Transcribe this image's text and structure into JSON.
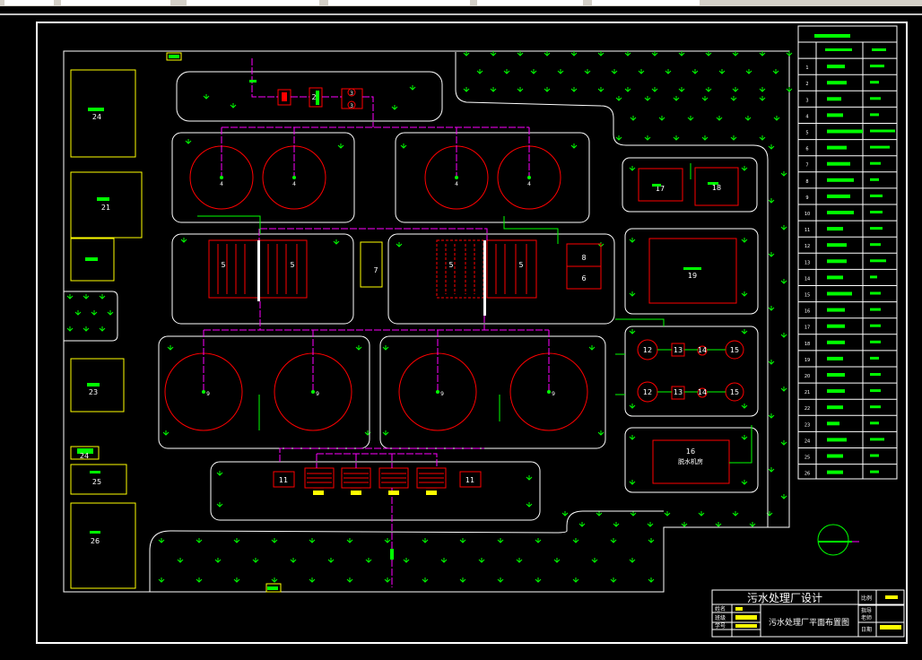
{
  "colors": {
    "background": "#000000",
    "chrome": "#d4d0c8",
    "frame": "#ffffff",
    "building": "#ffff00",
    "road": "#ffffff",
    "equipment": "#ff0000",
    "pipe_main": "#ff00ff",
    "pipe_sludge": "#00ff00",
    "grass": "#00ff00",
    "label_fill": "#00ff00",
    "label_text": "#ffffff"
  },
  "labels": {
    "b17": "17",
    "b18": "18",
    "b19": "19",
    "b16": "16",
    "b16_name": "脱水机房",
    "b21": "21",
    "b23": "23",
    "b24": "24",
    "b25": "25",
    "b26": "26",
    "u5a": "5",
    "u5b": "5",
    "u5c": "5",
    "u5d": "5",
    "u7": "7",
    "u8": "8",
    "u6": "6",
    "e12a": "12",
    "e13a": "13",
    "e14a": "14",
    "e15a": "15",
    "e12b": "12",
    "e13b": "13",
    "e14b": "14",
    "e15b": "15",
    "e11a": "11",
    "e11b": "11",
    "s2": "2",
    "s3a": "3",
    "s3b": "3",
    "c4a": "4",
    "c4b": "4",
    "c4c": "4",
    "c4d": "4",
    "c9a": "9",
    "c9b": "9",
    "c9c": "9",
    "c9d": "9"
  },
  "legend": {
    "rows": [
      "1",
      "2",
      "3",
      "4",
      "5",
      "6",
      "7",
      "8",
      "9",
      "10",
      "11",
      "12",
      "13",
      "14",
      "15",
      "16",
      "17",
      "18",
      "19",
      "20",
      "21",
      "22",
      "23",
      "24",
      "25",
      "26"
    ]
  },
  "title_block": {
    "project": "污水处理厂设计",
    "drawing": "污水处理厂平面布置图",
    "labels": [
      "姓名",
      "班级",
      "学号",
      "比例",
      "指导",
      "老师",
      "日期"
    ]
  }
}
